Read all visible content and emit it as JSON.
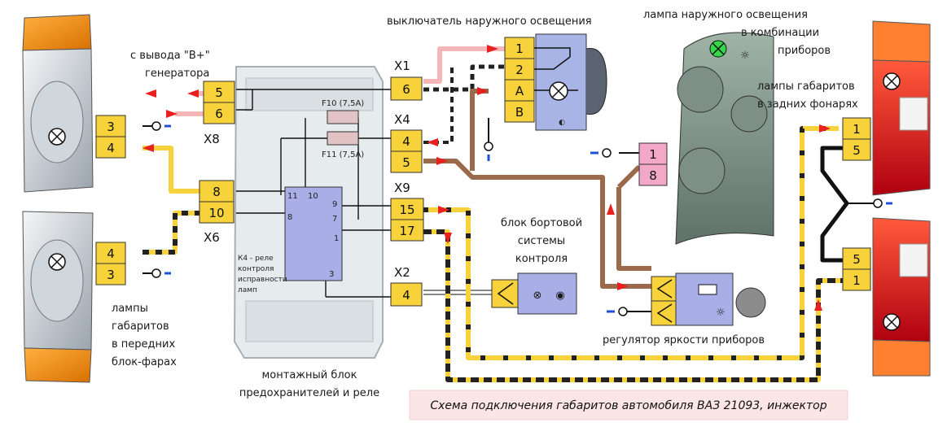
{
  "labels": {
    "outer_switch": "выключатель наружного освещения",
    "lamp_title_1": "лампа наружного освещения",
    "lamp_title_2": "в комбинации",
    "lamp_title_3": "приборов",
    "from_gen_1": "с вывода \"B+\"",
    "from_gen_2": "генератора",
    "rear_1": "лампы габаритов",
    "rear_2": "в задних фонарях",
    "front_1": "лампы",
    "front_2": "габаритов",
    "front_3": "в передних",
    "front_4": "блок-фарах",
    "bsk_1": "блок бортовой",
    "bsk_2": "системы",
    "bsk_3": "контроля",
    "dimmer": "регулятор яркости приборов",
    "fuse_block_1": "монтажный блок",
    "fuse_block_2": "предохранителей и реле",
    "relay_1": "К4 - реле",
    "relay_2": "контроля",
    "relay_3": "исправности",
    "relay_4": "ламп",
    "fuse_f10": "F10 (7,5А)",
    "fuse_f11": "F11 (7,5А)",
    "caption": "Схема подключения габаритов автомобиля ВАЗ 21093, инжектор"
  },
  "connectors": {
    "x1": "X1",
    "x4": "X4",
    "x8": "X8",
    "x9": "X9",
    "x6": "X6",
    "x2": "X2"
  },
  "pins": {
    "x8_a": "5",
    "x8_b": "6",
    "x1_a": "6",
    "x4_a": "4",
    "x4_b": "5",
    "x6_a": "8",
    "x6_b": "10",
    "x9_a": "15",
    "x9_b": "17",
    "x2_a": "4",
    "sw_1": "1",
    "sw_2": "2",
    "sw_a": "А",
    "sw_b": "В",
    "cl_1": "1",
    "cl_8": "8",
    "fl_top_3": "3",
    "fl_top_4": "4",
    "fl_bot_4": "4",
    "fl_bot_3": "3",
    "rl_top_1": "1",
    "rl_top_5": "5",
    "rl_bot_5": "5",
    "rl_bot_1": "1",
    "relay_11": "11",
    "relay_10": "10",
    "relay_9": "9",
    "relay_8": "8",
    "relay_7": "7",
    "relay_1": "1",
    "relay_3": "3"
  },
  "colors": {
    "pin_box": "#f7d23a",
    "pink_box": "#f2a8c6",
    "pink_wire": "#f4b6b6",
    "yellow_wire": "#f7d23a",
    "brown_wire": "#9b6a4a",
    "relay_box": "#a9aee6",
    "red_arrow": "#e82020",
    "blue_dash": "#1f4fd6",
    "caption_bg": "#fbe5e5"
  }
}
